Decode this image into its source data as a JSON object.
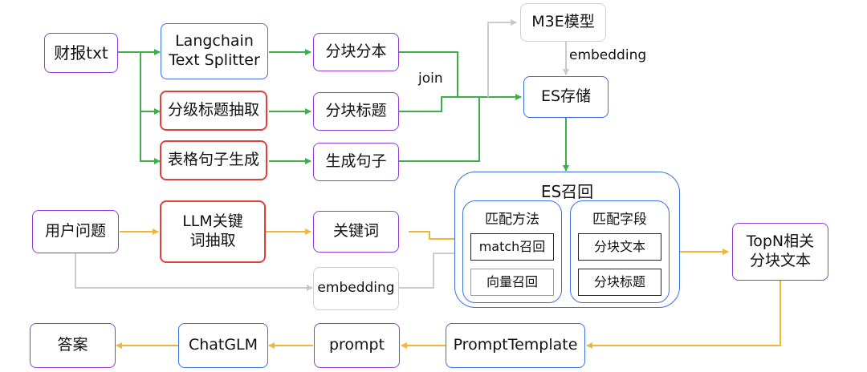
{
  "nodes": {
    "caibao": "财报txt",
    "langchain": "Langchain\nText Splitter",
    "fenji": "分级标题抽取",
    "biaoge": "表格句子生成",
    "fenkuai_fenben": "分块分本",
    "fenkuai_biaoti": "分块标题",
    "shengcheng_juzi": "生成句子",
    "m3e": "M3E模型",
    "es_storage": "ES存储",
    "yonghu_wenti": "用户问题",
    "llm_extract": "LLM关键\n词抽取",
    "guanjianci": "关键词",
    "embedding_box": "embedding",
    "topn": "TopN相关\n分块文本",
    "daan": "答案",
    "chatglm": "ChatGLM",
    "prompt": "prompt",
    "prompt_template": "PromptTemplate"
  },
  "es_recall": {
    "title": "ES召回",
    "method_title": "匹配方法",
    "method_items": [
      "match召回",
      "向量召回"
    ],
    "field_title": "匹配字段",
    "field_items": [
      "分块文本",
      "分块标题"
    ]
  },
  "labels": {
    "join": "join",
    "embedding_top": "embedding"
  },
  "colors": {
    "green": "#3fae49",
    "orange": "#f2b53b",
    "gray": "#cccccc",
    "purple": "#8e3fd6",
    "blue": "#3b6fe0",
    "red": "#e0403b"
  }
}
